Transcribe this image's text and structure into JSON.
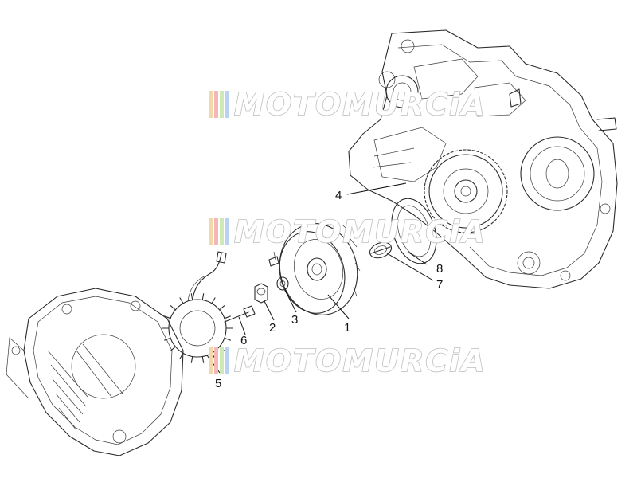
{
  "watermark": {
    "text": "MOTOMURCiA",
    "stripe_colors": [
      "#f0d9a8",
      "#f4b6b6",
      "#cfe8b8",
      "#b9d2ef"
    ]
  },
  "callouts": [
    {
      "id": "1",
      "label": "1"
    },
    {
      "id": "2",
      "label": "2"
    },
    {
      "id": "3",
      "label": "3"
    },
    {
      "id": "4",
      "label": "4"
    },
    {
      "id": "5",
      "label": "5"
    },
    {
      "id": "6",
      "label": "6"
    },
    {
      "id": "7",
      "label": "7"
    },
    {
      "id": "8",
      "label": "8"
    }
  ]
}
